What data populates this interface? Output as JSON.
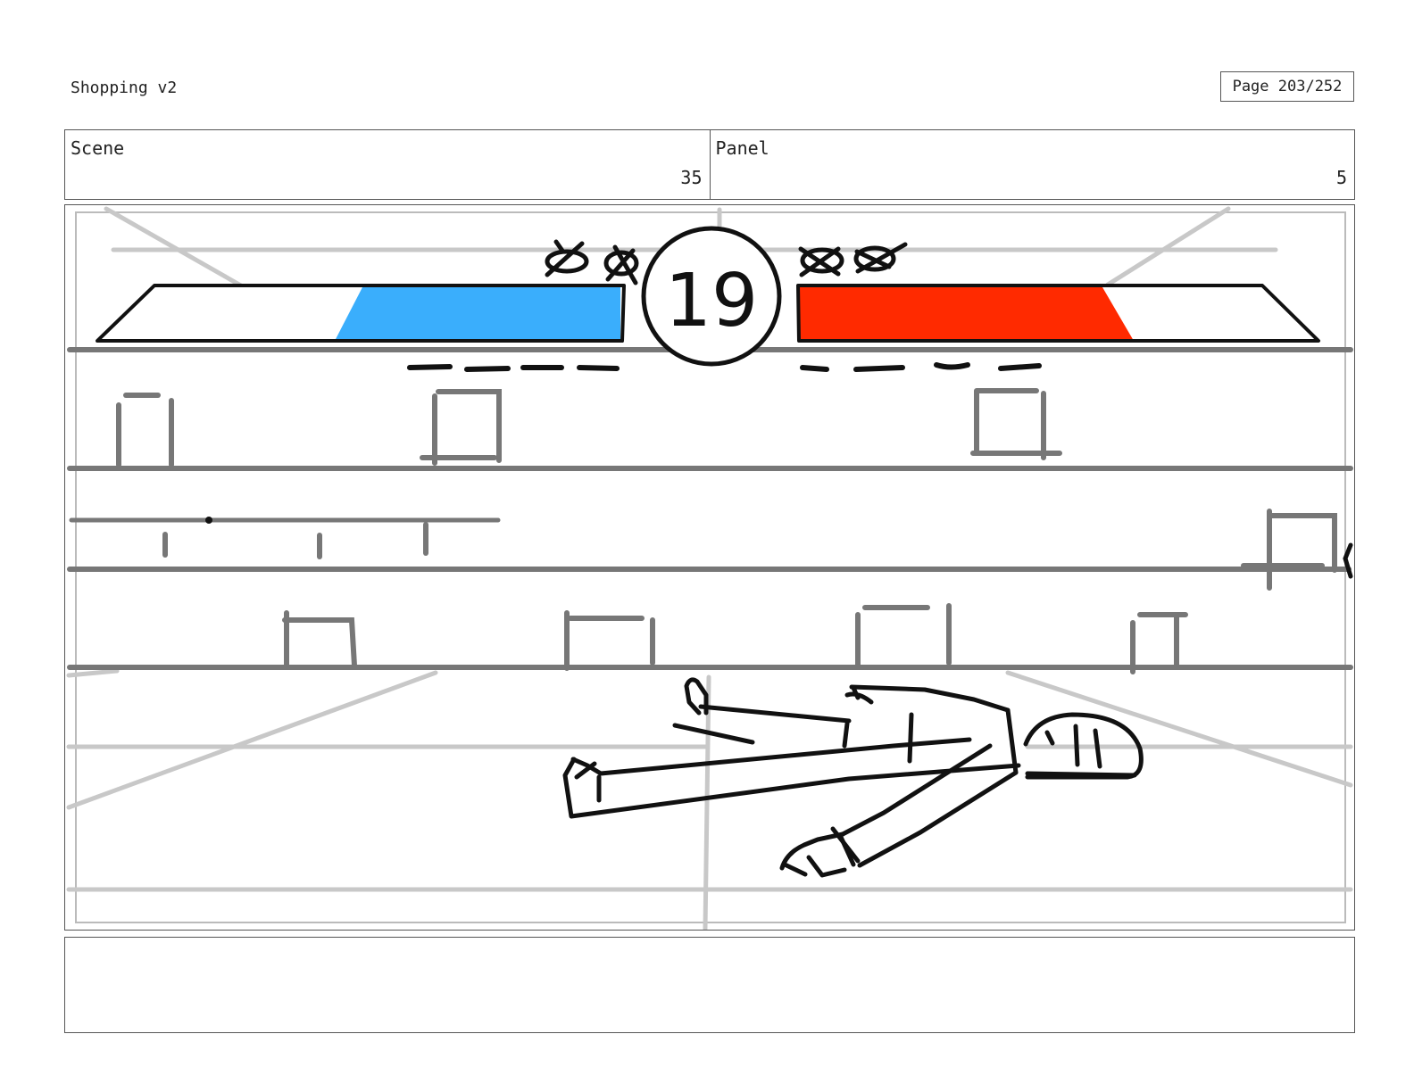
{
  "document": {
    "title": "Shopping v2",
    "page_label": "Page 203/252"
  },
  "scene": {
    "label": "Scene",
    "value": "35"
  },
  "panel": {
    "label": "Panel",
    "value": "5"
  },
  "drawing": {
    "round_timer_text": "19",
    "left_health_color": "#3aaefc",
    "right_health_color": "#ff2a00",
    "left_health_level": 0.52,
    "right_health_level": 0.6
  },
  "notes": {
    "text": ""
  }
}
